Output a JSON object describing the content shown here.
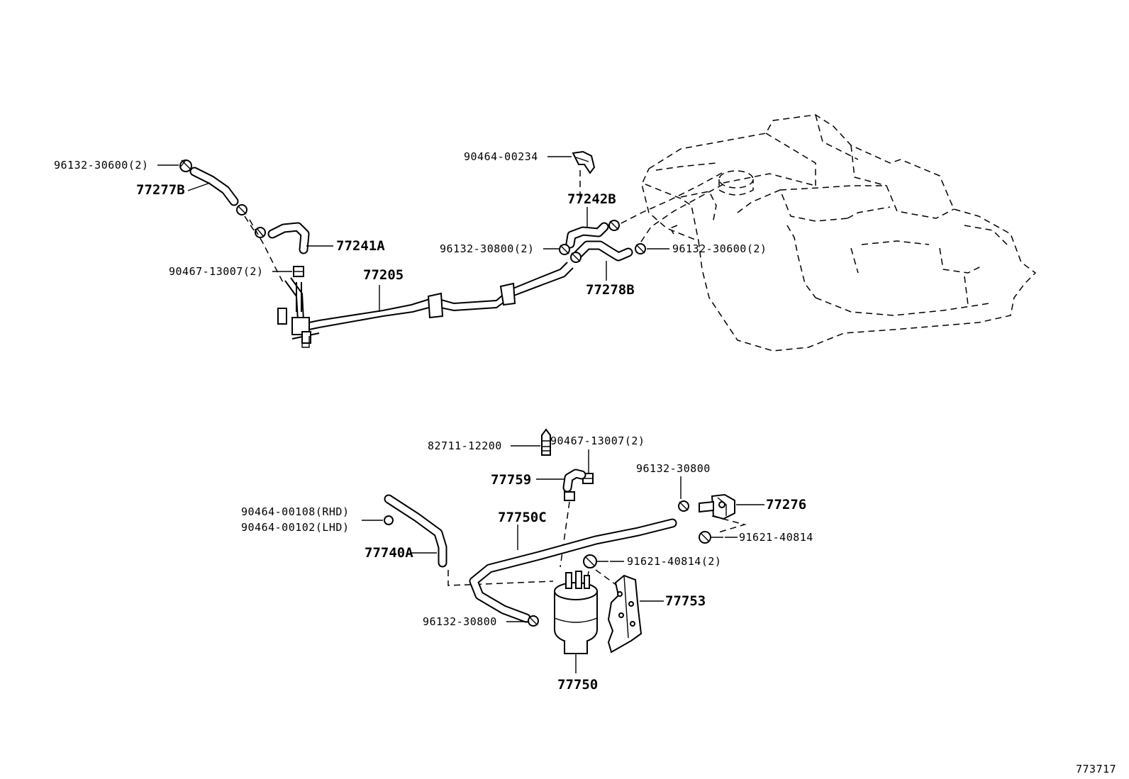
{
  "diagram_id": "773717",
  "upper_assembly": {
    "labels": {
      "clamp_96132_30600_2_left": "96132-30600(2)",
      "hose_77277B": "77277B",
      "hose_77241A": "77241A",
      "clamp_90467_13007_2_upper": "90467-13007(2)",
      "pipe_77205": "77205",
      "clip_90464_00234": "90464-00234",
      "hose_77242B": "77242B",
      "clamp_96132_30800_2": "96132-30800(2)",
      "clamp_96132_30600_2_right": "96132-30600(2)",
      "hose_77278B": "77278B"
    }
  },
  "lower_assembly": {
    "labels": {
      "plug_82711_12200": "82711-12200",
      "clamp_90467_13007_2_lower": "90467-13007(2)",
      "hose_77759": "77759",
      "clamp_96132_30800_right": "96132-30800",
      "valve_77276": "77276",
      "clip_90464_00108_rhd": "90464-00108(RHD)",
      "clip_90464_00102_lhd": "90464-00102(LHD)",
      "hose_77750C": "77750C",
      "bolt_91621_40814": "91621-40814",
      "hose_77740A": "77740A",
      "bolt_91621_40814_2": "91621-40814(2)",
      "bracket_77753": "77753",
      "clamp_96132_30800_left": "96132-30800",
      "canister_77750": "77750"
    }
  }
}
